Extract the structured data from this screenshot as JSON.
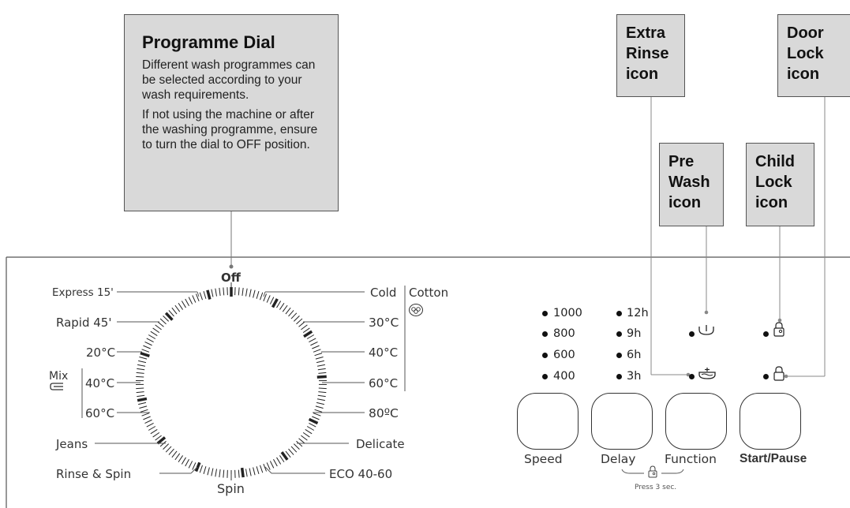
{
  "callouts": {
    "programme_dial": {
      "title": "Programme Dial",
      "para1": "Different wash programmes can be selected according to your wash requirements.",
      "para2": "If not using the machine or after the washing programme, ensure to turn the dial to OFF position."
    },
    "extra_rinse": "Extra\nRinse\nicon",
    "door_lock": "Door\nLock\nicon",
    "pre_wash": "Pre\nWash\nicon",
    "child_lock": "Child\nLock\nicon"
  },
  "dial": {
    "off": "Off",
    "spin": "Spin",
    "left": {
      "express": "Express 15'",
      "rapid": "Rapid 45'",
      "t20": "20°C",
      "mix": "Mix",
      "mix40": "40°C",
      "mix60": "60°C",
      "jeans": "Jeans",
      "rinse_spin": "Rinse & Spin"
    },
    "right": {
      "cold": "Cold",
      "cotton": "Cotton",
      "t30": "30°C",
      "t40": "40°C",
      "t60": "60°C",
      "t80": "80ºC",
      "delicate": "Delicate",
      "eco": "ECO 40-60"
    }
  },
  "panel": {
    "speeds": [
      "1000",
      "800",
      "600",
      "400"
    ],
    "delays": [
      "12h",
      "9h",
      "6h",
      "3h"
    ],
    "buttons": {
      "speed": "Speed",
      "delay": "Delay",
      "function": "Function",
      "start_pause": "Start/Pause"
    },
    "press_hint": "Press 3 sec."
  },
  "icons": {
    "cotton": "cotton-flower-icon",
    "mix": "mix-fabric-icon",
    "pre_wash": "pre-wash-tub-icon",
    "extra_rinse": "extra-rinse-tub-icon",
    "child_lock": "child-lock-icon",
    "door_lock": "door-lock-icon"
  }
}
